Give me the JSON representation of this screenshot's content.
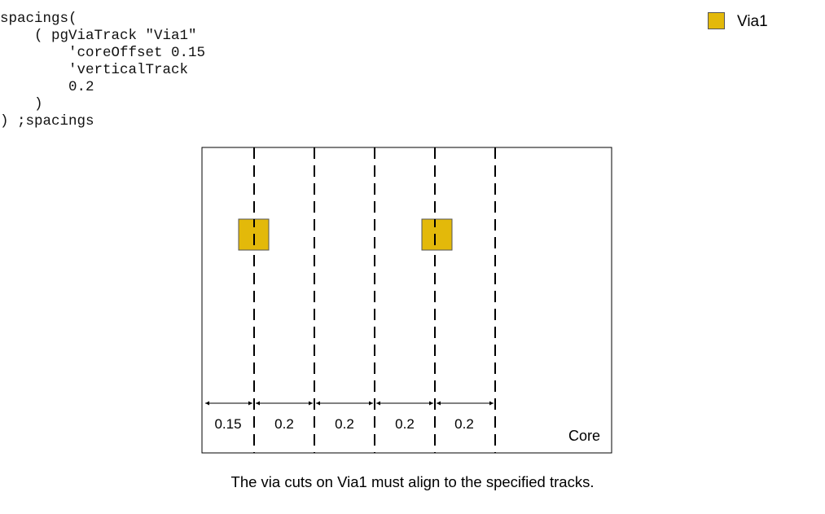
{
  "code_lines": [
    "spacings(",
    "    ( pgViaTrack \"Via1\"",
    "        'coreOffset 0.15",
    "        'verticalTrack",
    "        0.2",
    "    )",
    ") ;spacings"
  ],
  "legend": {
    "label": "Via1",
    "color": "#e3b90a"
  },
  "diagram": {
    "region_label": "Core",
    "spacing_labels": [
      "0.15",
      "0.2",
      "0.2",
      "0.2",
      "0.2"
    ],
    "via_fill": "#e3b90a",
    "via_count": 2,
    "track_count": 5
  },
  "caption": "The via cuts on Via1 must align to the specified tracks."
}
